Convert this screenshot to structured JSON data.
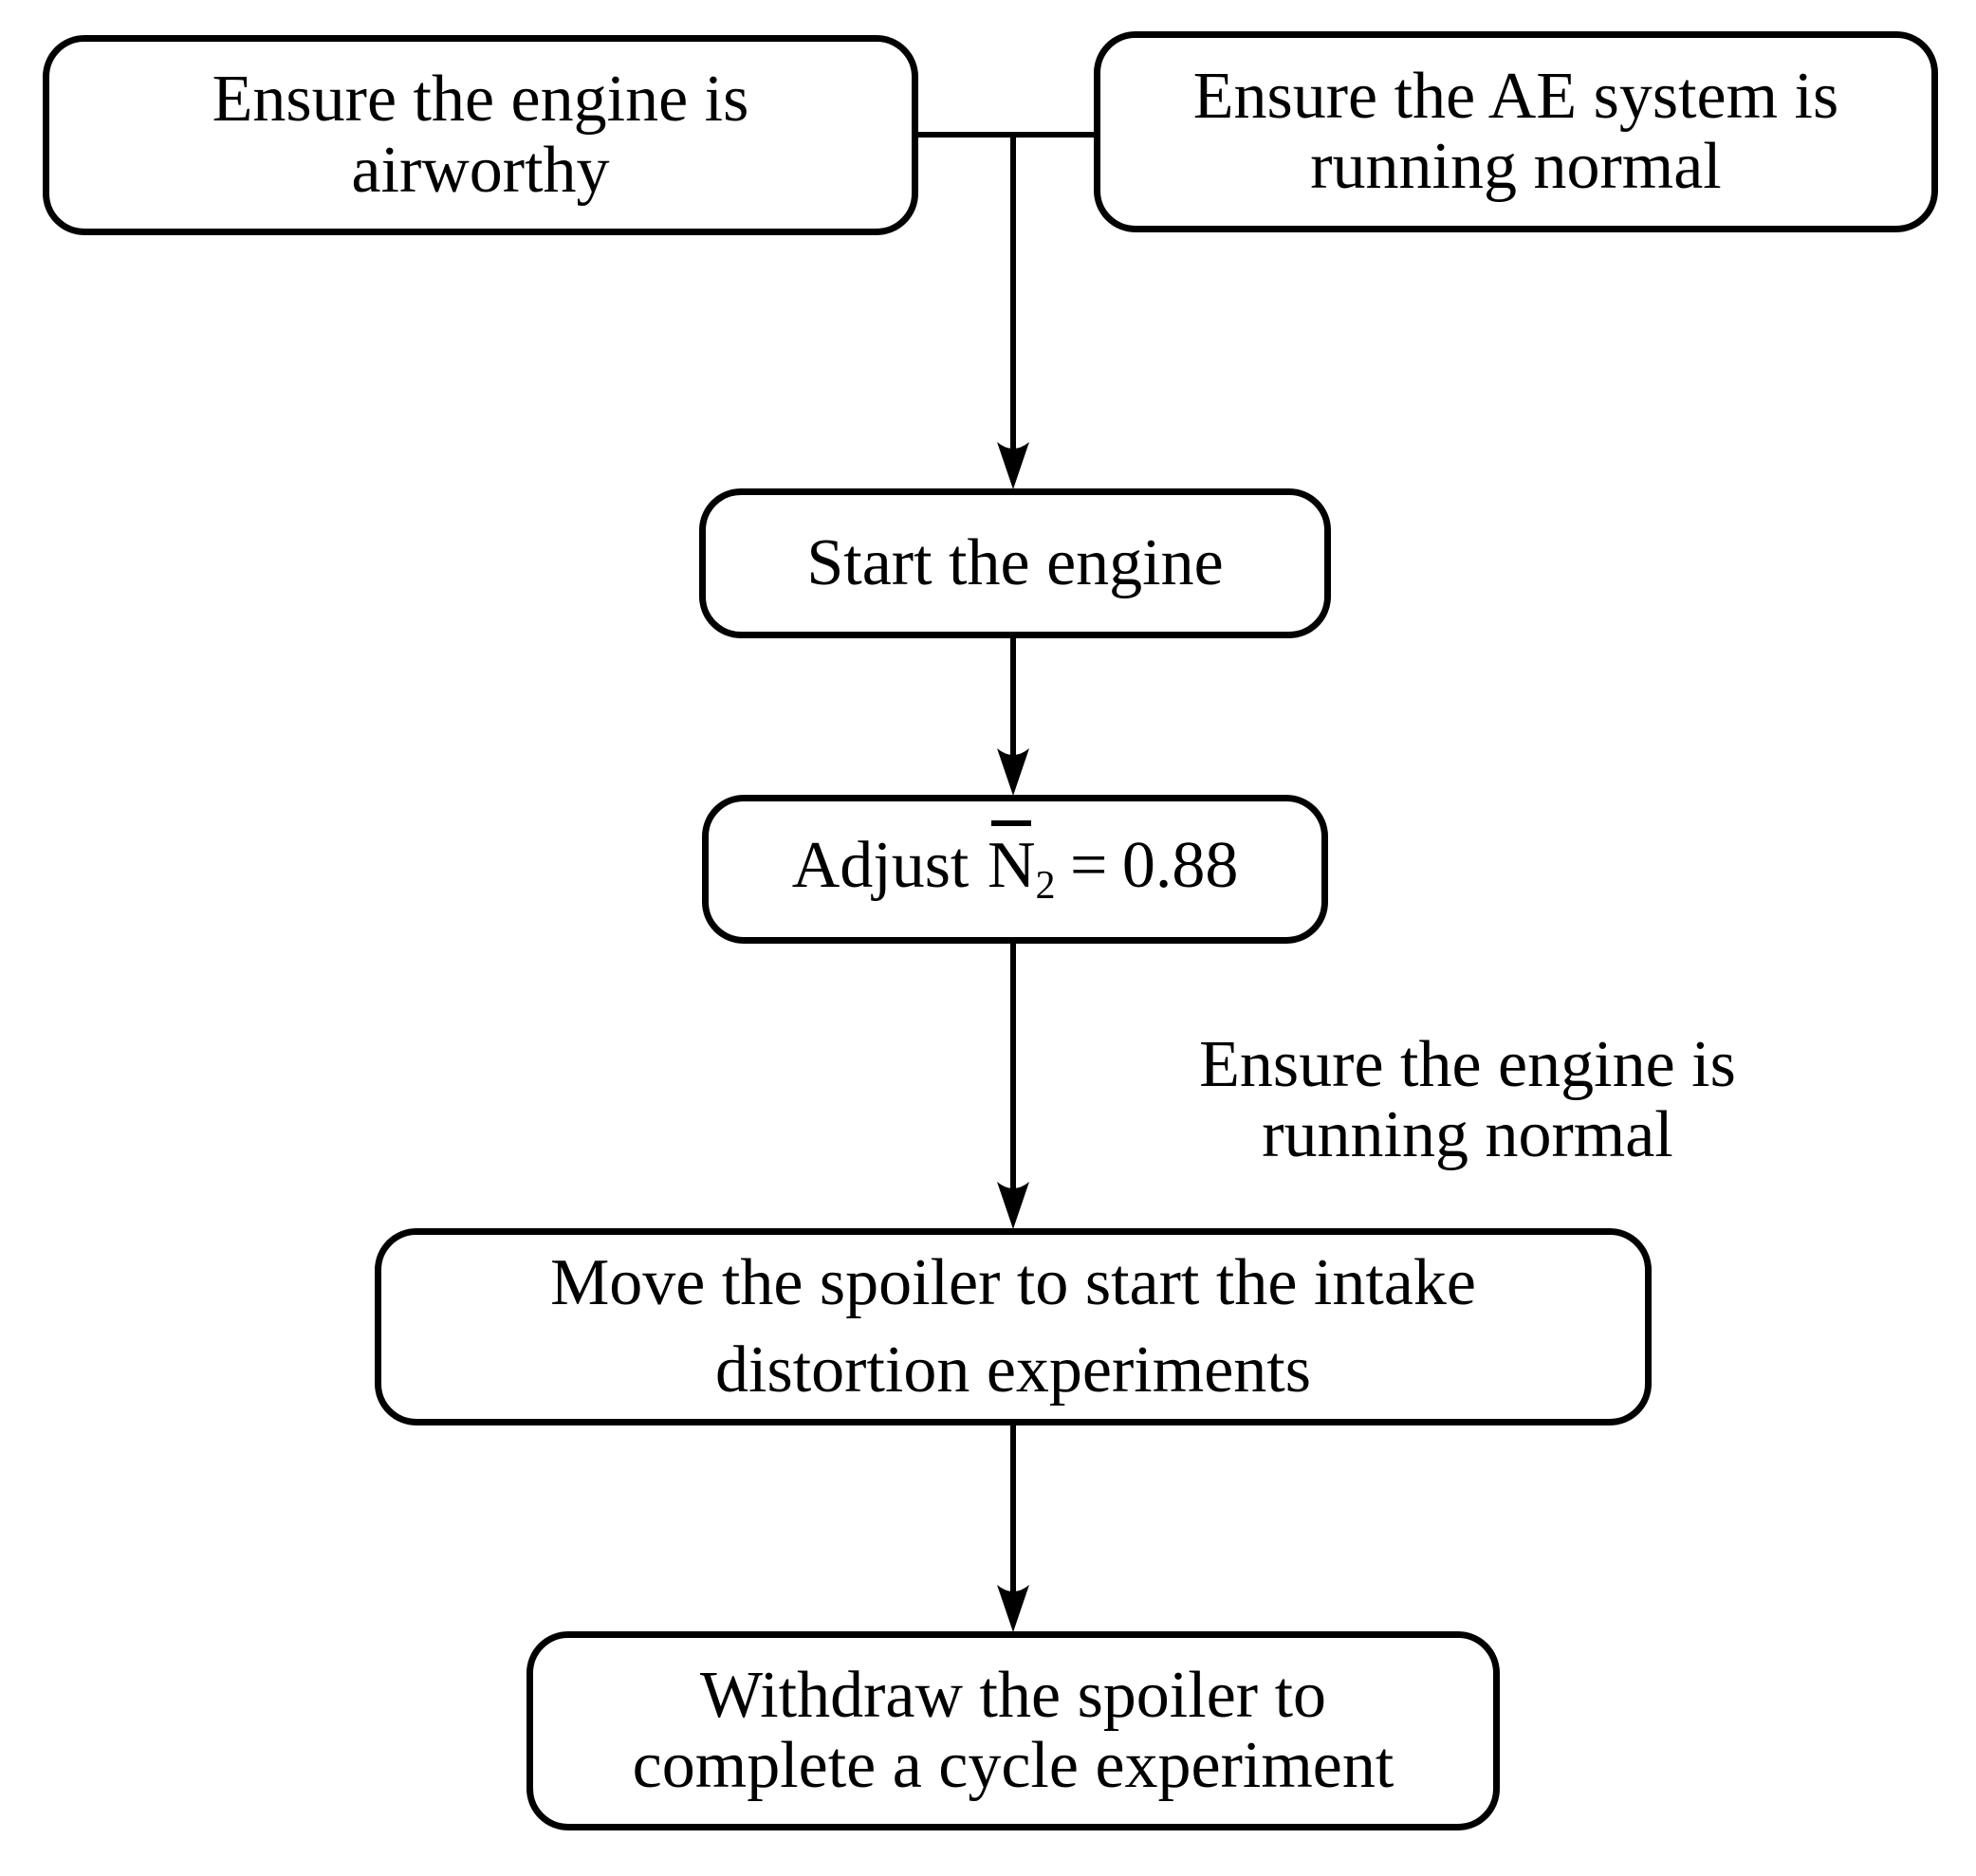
{
  "diagram": {
    "background": "#ffffff",
    "line_color": "#000000",
    "nodes": [
      {
        "id": "ensure-airworthy",
        "lines": [
          "Ensure the engine is",
          "airworthy"
        ]
      },
      {
        "id": "ensure-ae-normal",
        "lines": [
          "Ensure the AE system is",
          "running normal"
        ]
      },
      {
        "id": "start-engine",
        "lines": [
          "Start the engine"
        ]
      },
      {
        "id": "adjust-n2",
        "formula": {
          "word": "Adjust",
          "symbol": "N",
          "subscript": "2",
          "relation": "=",
          "value": "0.88"
        }
      },
      {
        "id": "move-spoiler",
        "lines": [
          "Move the spoiler to start the intake",
          "distortion experiments"
        ]
      },
      {
        "id": "withdraw-spoiler",
        "lines": [
          "Withdraw the spoiler to",
          "complete a cycle experiment"
        ]
      }
    ],
    "edge_label": {
      "lines": [
        "Ensure the engine is",
        "running normal"
      ]
    }
  }
}
